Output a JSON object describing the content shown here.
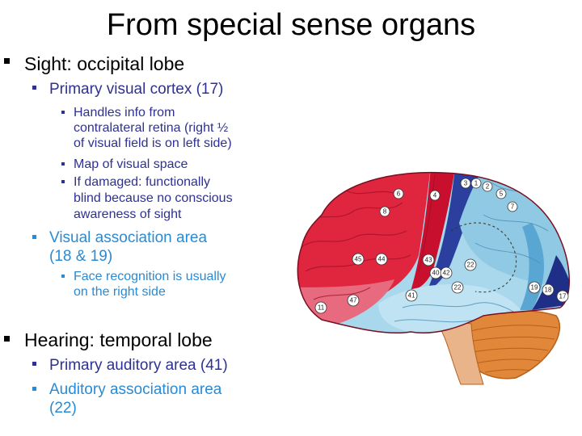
{
  "title": "From special sense organs",
  "sight": {
    "heading": "Sight: occipital lobe",
    "primary": "Primary visual cortex (17)",
    "primary_points": [
      "Handles info from",
      "contralateral retina (right ½",
      "of visual field is on left side)",
      "Map of visual space",
      "If damaged: functionally",
      "blind because no conscious",
      "awareness of sight"
    ],
    "association": [
      "Visual association area",
      "(18 & 19)"
    ],
    "association_points": [
      "Face recognition is usually",
      "on the right side"
    ]
  },
  "hearing": {
    "heading": "Hearing: temporal lobe",
    "primary": "Primary auditory area (41)",
    "association": [
      "Auditory association area",
      "(22)"
    ]
  },
  "brain_labels": [
    "3",
    "1",
    "2",
    "5",
    "7",
    "4",
    "6",
    "8",
    "45",
    "44",
    "43",
    "40",
    "42",
    "22",
    "41",
    "11",
    "47",
    "19",
    "18",
    "17",
    "22"
  ],
  "colors": {
    "frontal": "#e0263e",
    "motor": "#c8102e",
    "parietal": "#8fc9e3",
    "temporal": "#a9d8ec",
    "occipital": "#1f2f87",
    "cerebellum": "#e0873a"
  }
}
